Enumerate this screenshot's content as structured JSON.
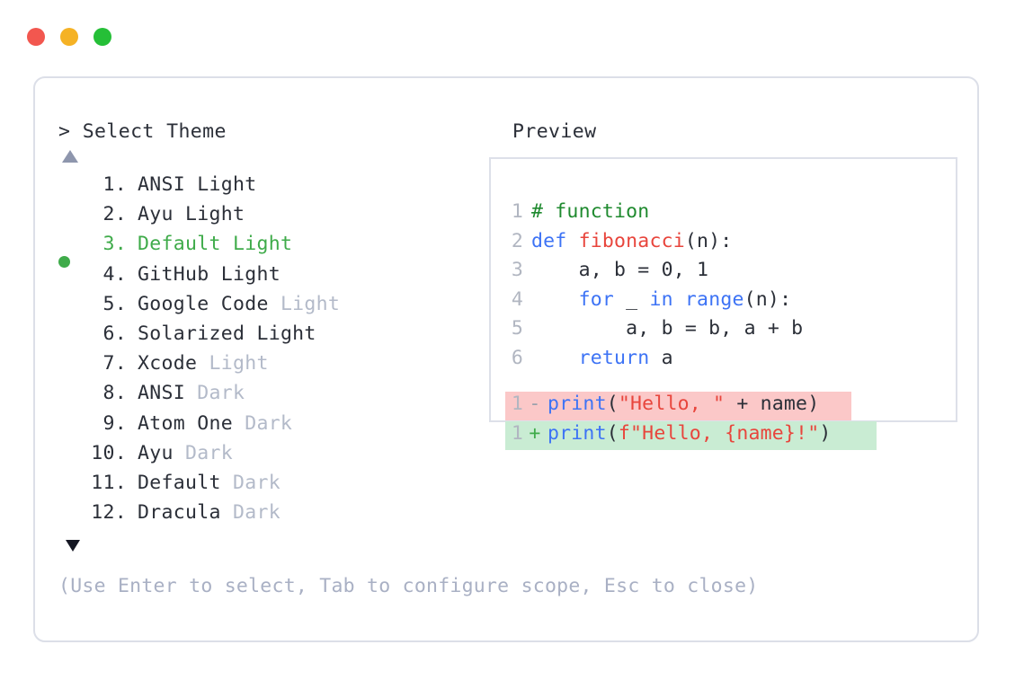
{
  "window": {
    "dots": [
      {
        "name": "close-dot",
        "color": "#f2574f"
      },
      {
        "name": "minimize-dot",
        "color": "#f5b225"
      },
      {
        "name": "maximize-dot",
        "color": "#25bf37"
      }
    ]
  },
  "prompt": {
    "marker": ">",
    "title": "Select Theme",
    "header_text": "> Select Theme"
  },
  "preview": {
    "header": "Preview"
  },
  "scroll": {
    "up_arrow": "▲",
    "down_arrow": "▼"
  },
  "selection": {
    "selected_index": 3,
    "bullet": "●",
    "accent_color": "#3fab4a"
  },
  "themes": [
    {
      "number": "1.",
      "name": "ANSI",
      "variant": "Light",
      "variant_muted": false,
      "selected": false
    },
    {
      "number": "2.",
      "name": "Ayu",
      "variant": "Light",
      "variant_muted": false,
      "selected": false
    },
    {
      "number": "3.",
      "name": "Default",
      "variant": "Light",
      "variant_muted": false,
      "selected": true
    },
    {
      "number": "4.",
      "name": "GitHub",
      "variant": "Light",
      "variant_muted": false,
      "selected": false
    },
    {
      "number": "5.",
      "name": "Google Code",
      "variant": "Light",
      "variant_muted": true,
      "selected": false
    },
    {
      "number": "6.",
      "name": "Solarized",
      "variant": "Light",
      "variant_muted": false,
      "selected": false
    },
    {
      "number": "7.",
      "name": "Xcode",
      "variant": "Light",
      "variant_muted": true,
      "selected": false
    },
    {
      "number": "8.",
      "name": "ANSI",
      "variant": "Dark",
      "variant_muted": true,
      "selected": false
    },
    {
      "number": "9.",
      "name": "Atom One",
      "variant": "Dark",
      "variant_muted": true,
      "selected": false
    },
    {
      "number": "10.",
      "name": "Ayu",
      "variant": "Dark",
      "variant_muted": true,
      "selected": false
    },
    {
      "number": "11.",
      "name": "Default",
      "variant": "Dark",
      "variant_muted": true,
      "selected": false
    },
    {
      "number": "12.",
      "name": "Dracula",
      "variant": "Dark",
      "variant_muted": true,
      "selected": false
    }
  ],
  "code": {
    "lines": [
      {
        "lineno": "1",
        "tokens": [
          {
            "text": "# function",
            "type": "comment"
          }
        ]
      },
      {
        "lineno": "2",
        "tokens": [
          {
            "text": "def ",
            "type": "keyword"
          },
          {
            "text": "fibonacci",
            "type": "fn"
          },
          {
            "text": "(n):",
            "type": "plain"
          }
        ]
      },
      {
        "lineno": "3",
        "tokens": [
          {
            "text": "    a, b = 0, 1",
            "type": "plain"
          }
        ]
      },
      {
        "lineno": "4",
        "tokens": [
          {
            "text": "    ",
            "type": "plain"
          },
          {
            "text": "for",
            "type": "keyword"
          },
          {
            "text": " _ ",
            "type": "plain"
          },
          {
            "text": "in",
            "type": "keyword"
          },
          {
            "text": " ",
            "type": "plain"
          },
          {
            "text": "range",
            "type": "builtin"
          },
          {
            "text": "(n):",
            "type": "plain"
          }
        ]
      },
      {
        "lineno": "5",
        "tokens": [
          {
            "text": "        a, b = b, a + b",
            "type": "plain"
          }
        ]
      },
      {
        "lineno": "6",
        "tokens": [
          {
            "text": "    ",
            "type": "plain"
          },
          {
            "text": "return",
            "type": "keyword"
          },
          {
            "text": " a",
            "type": "plain"
          }
        ]
      }
    ],
    "diff": [
      {
        "lineno": "1",
        "kind": "removed",
        "sign": "-",
        "bg_color": "#fbc8c8",
        "tokens": [
          {
            "text": "print",
            "type": "builtin"
          },
          {
            "text": "(",
            "type": "plain"
          },
          {
            "text": "\"Hello, \"",
            "type": "string"
          },
          {
            "text": " + name)",
            "type": "plain"
          }
        ]
      },
      {
        "lineno": "1",
        "kind": "added",
        "sign": "+",
        "bg_color": "#c9ecd3",
        "tokens": [
          {
            "text": "print",
            "type": "builtin"
          },
          {
            "text": "(",
            "type": "plain"
          },
          {
            "text": "f\"Hello, {name}!\"",
            "type": "string"
          },
          {
            "text": ")",
            "type": "plain"
          }
        ]
      }
    ]
  },
  "footer": {
    "hint": "(Use Enter to select, Tab to configure scope, Esc to close)"
  }
}
